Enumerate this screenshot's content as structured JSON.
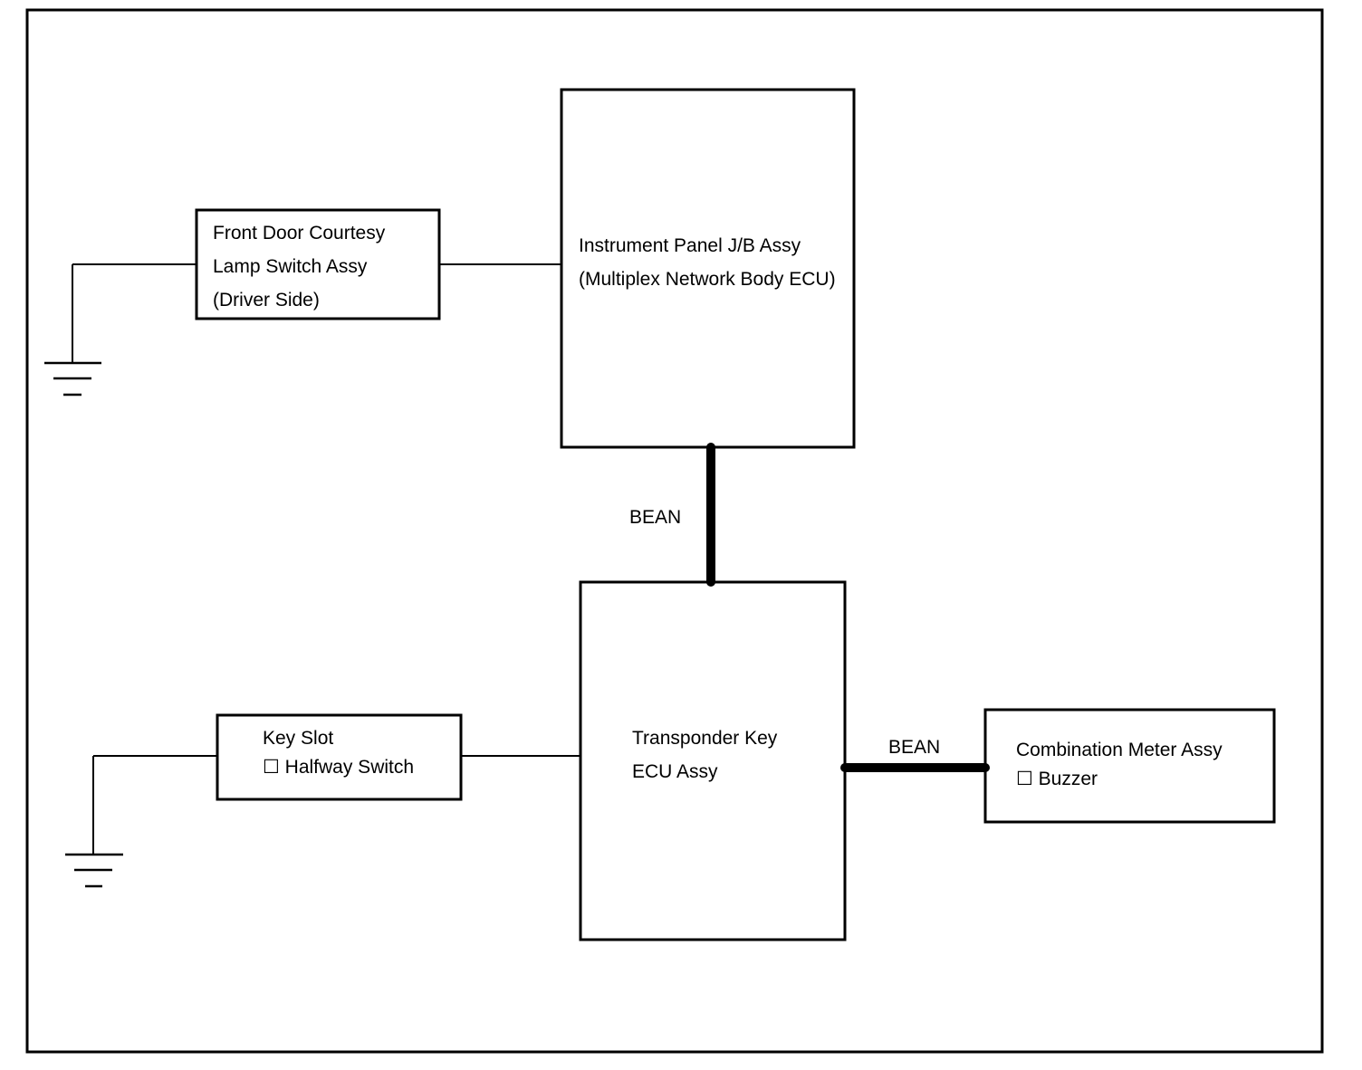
{
  "instrument_panel": {
    "line1": "Instrument Panel J/B Assy",
    "line2": "(Multiplex Network Body ECU)"
  },
  "courtesy_switch": {
    "line1": "Front Door Courtesy",
    "line2": "Lamp Switch Assy",
    "line3": "(Driver Side)"
  },
  "transponder_ecu": {
    "line1": "Transponder Key",
    "line2": "ECU Assy"
  },
  "key_slot": {
    "line1": "Key Slot",
    "line2": "☐  Halfway Switch"
  },
  "combination_meter": {
    "line1": "Combination Meter Assy",
    "line2": "☐  Buzzer"
  },
  "bus_labels": {
    "vertical": "BEAN",
    "horizontal": "BEAN"
  }
}
